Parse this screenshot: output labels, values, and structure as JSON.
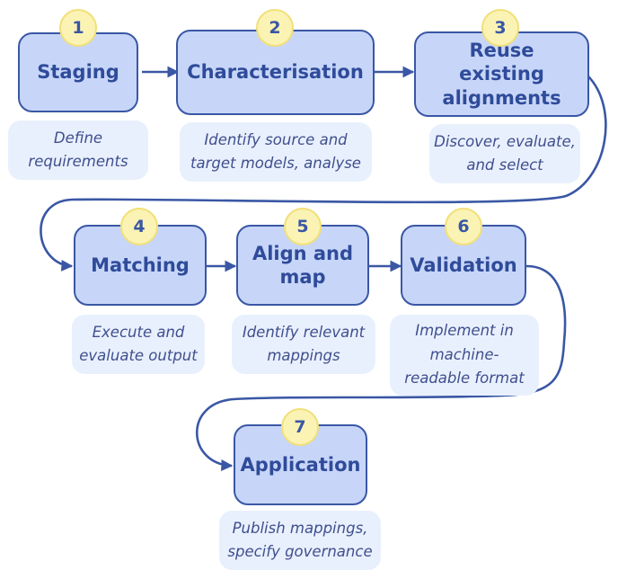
{
  "steps": [
    {
      "number": "1",
      "title": "Staging",
      "description": "Define\nrequirements"
    },
    {
      "number": "2",
      "title": "Characterisation",
      "description": "Identify source and\ntarget models, analyse"
    },
    {
      "number": "3",
      "title": "Reuse existing alignments",
      "description": "Discover, evaluate,\nand select"
    },
    {
      "number": "4",
      "title": "Matching",
      "description": "Execute and\nevaluate output"
    },
    {
      "number": "5",
      "title": "Align and map",
      "description": "Identify relevant\nmappings"
    },
    {
      "number": "6",
      "title": "Validation",
      "description": "Implement in\nmachine-\nreadable format"
    },
    {
      "number": "7",
      "title": "Application",
      "description": "Publish mappings,\nspecify governance"
    }
  ],
  "colors": {
    "step_fill": "#c7d6f8",
    "step_border": "#3a57a5",
    "badge_fill": "#fbf3b4",
    "description_fill": "#e9f0fd",
    "arrow": "#3a57a5"
  }
}
